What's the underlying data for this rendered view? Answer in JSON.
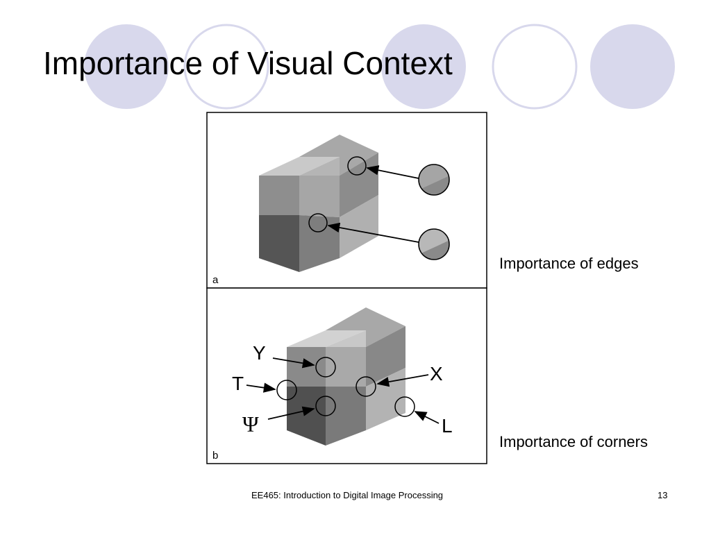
{
  "slide": {
    "title": "Importance of Visual Context",
    "captions": {
      "edges": "Importance of edges",
      "corners": "Importance of corners"
    },
    "footer": "EE465: Introduction to Digital Image Processing",
    "page_number": "13"
  },
  "figure": {
    "panel_a_label": "a",
    "panel_b_label": "b",
    "junction_labels": {
      "y": "Y",
      "t": "T",
      "x": "X",
      "psi": "Ψ",
      "l": "L"
    }
  },
  "colors": {
    "decor_fill": "#d8d8ec",
    "decor_stroke": "#d8d8ec",
    "frame": "#000000"
  }
}
